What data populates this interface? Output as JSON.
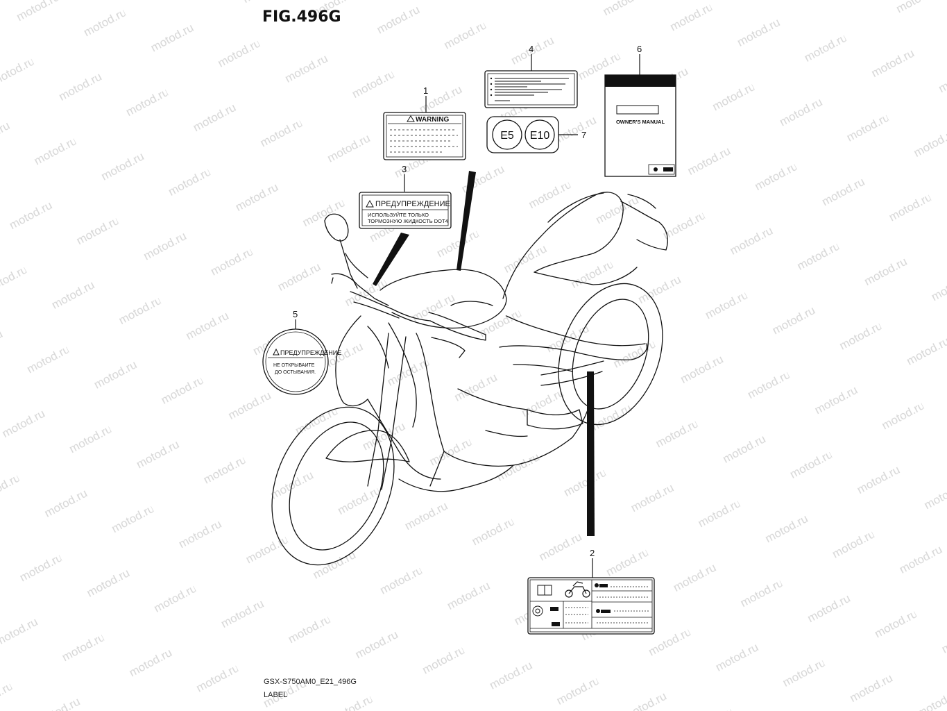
{
  "figure": {
    "title": "FIG.496G",
    "code": "GSX-S750AM0_E21_496G",
    "label": "LABEL",
    "watermark": "motod.ru"
  },
  "callouts": [
    {
      "id": "callout-1",
      "number": "1"
    },
    {
      "id": "callout-2",
      "number": "2"
    },
    {
      "id": "callout-3",
      "number": "3"
    },
    {
      "id": "callout-4",
      "number": "4"
    },
    {
      "id": "callout-5",
      "number": "5"
    },
    {
      "id": "callout-6",
      "number": "6"
    },
    {
      "id": "callout-7",
      "number": "7"
    }
  ],
  "labels": {
    "warning": {
      "heading": "WARNING"
    },
    "brake_fluid": {
      "heading": "ПРЕДУПРЕЖДЕНИЕ",
      "line1": "ИСПОЛЬЗУЙТЕ ТОЛЬКО",
      "line2": "ТОРМОЗНУЮ ЖИДКОСТЬ DOT4"
    },
    "radiator": {
      "heading": "ПРЕДУПРЕЖДЕНИЕ",
      "line1": "НЕ ОТКРЫВАИТЕ",
      "line2": "ДО ОСТЫВАНИЯ."
    },
    "fuel": {
      "e5": "E5",
      "e10": "E10"
    },
    "manual": {
      "title": "OWNER'S MANUAL"
    }
  }
}
